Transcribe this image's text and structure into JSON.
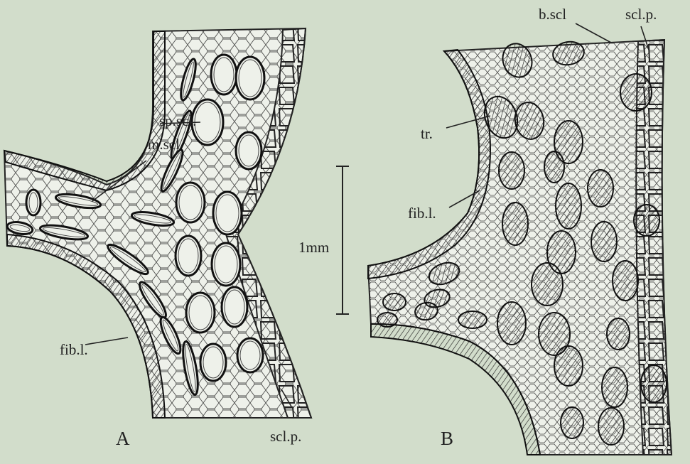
{
  "panels": {
    "a": {
      "letter": "A",
      "labels": {
        "sp_scl": "sp.scl.",
        "m_scl": "m.scl",
        "fib_l": "fib.l.",
        "scl_p": "scl.p."
      }
    },
    "b": {
      "letter": "B",
      "labels": {
        "b_scl": "b.scl",
        "scl_p": "scl.p.",
        "tr": "tr.",
        "fib_l": "fib.l."
      }
    }
  },
  "scale_bar": {
    "label": "1mm"
  },
  "colors": {
    "background": "#d2ddcb",
    "ink": "#222222",
    "tissue": "#ecf0e6"
  }
}
